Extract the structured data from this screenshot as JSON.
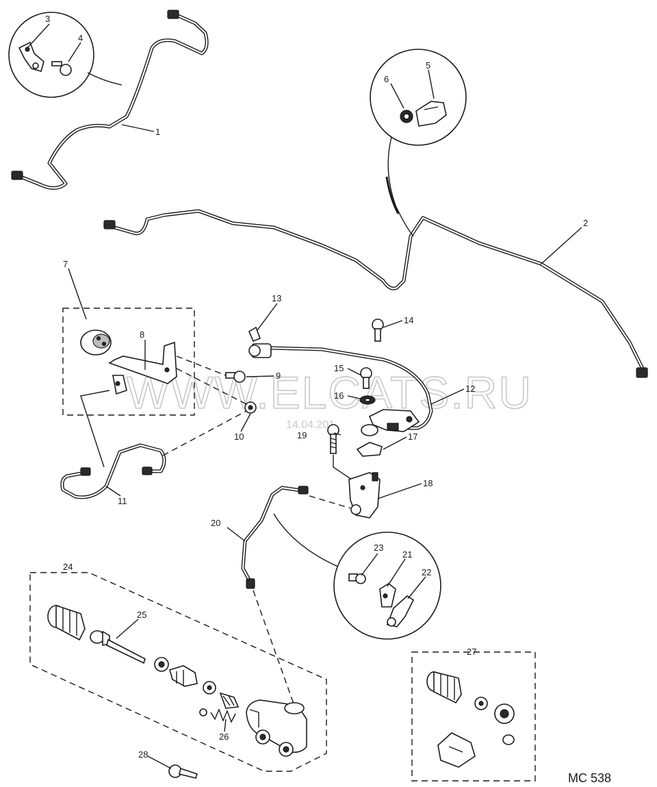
{
  "callouts": {
    "c1": "1",
    "c2": "2",
    "c3": "3",
    "c4": "4",
    "c5": "5",
    "c6": "6",
    "c7": "7",
    "c8": "8",
    "c9": "9",
    "c10": "10",
    "c11": "11",
    "c12": "12",
    "c13": "13",
    "c14": "14",
    "c15": "15",
    "c16": "16",
    "c17": "17",
    "c18": "18",
    "c19": "19",
    "c20": "20",
    "c21": "21",
    "c22": "22",
    "c23": "23",
    "c24": "24",
    "c25": "25",
    "c26": "26",
    "c27": "27",
    "c28": "28"
  },
  "reference_code": "MC 538",
  "watermark": {
    "text": "WWW.ELCATS.RU",
    "date": "14.04.201"
  }
}
